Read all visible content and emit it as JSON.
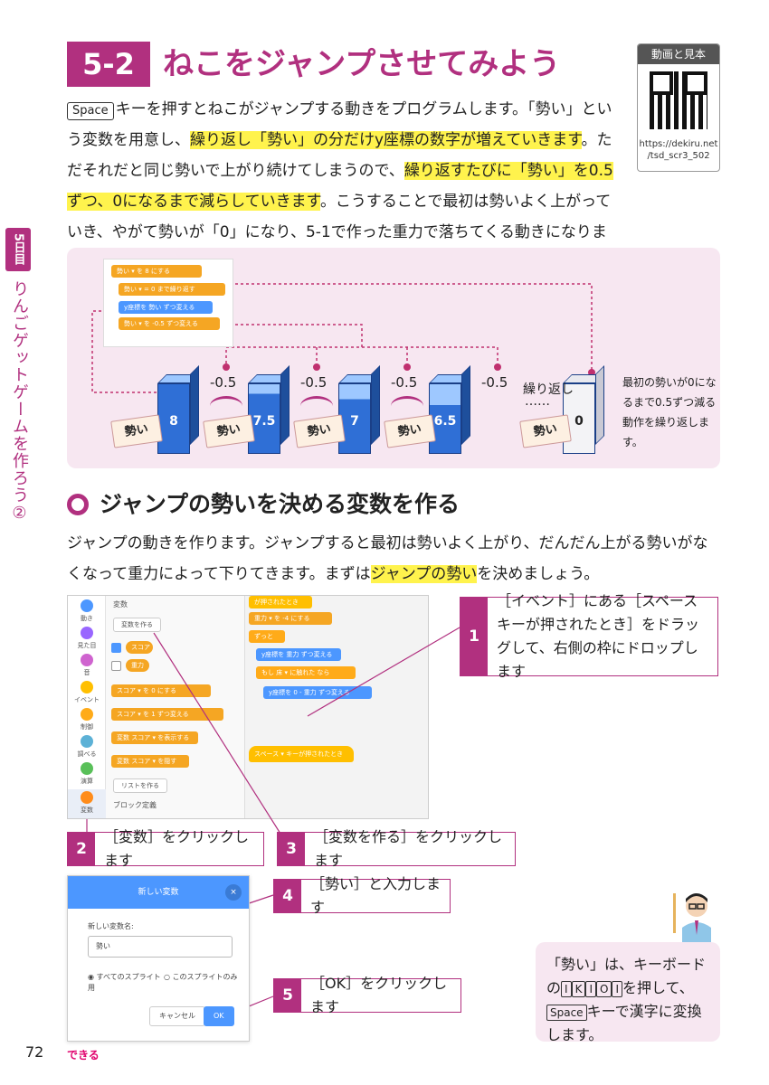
{
  "header": {
    "section_number": "5-2",
    "title": "ねこをジャンプさせてみよう"
  },
  "qr": {
    "heading": "動画と見本",
    "url_line1": "https://dekiru.net",
    "url_line2": "/tsd_scr3_502"
  },
  "side_tab": {
    "day": "5日目",
    "chapter": "りんごゲットゲームを作ろう②"
  },
  "intro": {
    "key": "Space",
    "p1": "キーを押すとねこがジャンプする動きをプログラムします。「勢い」という変数を用意し、",
    "hl1": "繰り返し「勢い」の分だけy座標の数字が増えていきます",
    "p2": "。ただそれだと同じ勢いで上がり続けてしまうので、",
    "hl2": "繰り返すたびに「勢い」を0.5ずつ、0になるまで減らしていきます",
    "p3": "。こうすることで最初は勢いよく上がっていき、やがて勢いが「0」になり、5-1で作った重力で落ちてくる動きになります。"
  },
  "diagram": {
    "code_blocks": {
      "b1": "勢い ▾ を 8 にする",
      "b2": "勢い ▾ = 0 まで繰り返す",
      "b3": "y座標を 勢い ずつ変える",
      "b4": "勢い ▾ を -0.5 ずつ変える"
    },
    "bars": [
      "8",
      "7.5",
      "7",
      "6.5",
      "0"
    ],
    "tag_label": "勢い",
    "decrement": "-0.5",
    "repeat_label": "繰り返し",
    "dots": "……",
    "note": "最初の勢いが0になるまで0.5ずつ減る動作を繰り返します。"
  },
  "subsection": {
    "title": "ジャンプの勢いを決める変数を作る",
    "body1": "ジャンプの動きを作ります。ジャンプすると最初は勢いよく上がり、だんだん上がる勢いがなくなって重力によって下りてきます。まずは",
    "body_hl": "ジャンプの勢い",
    "body2": "を決めましょう。"
  },
  "screenshot": {
    "categories": [
      "動き",
      "見た目",
      "音",
      "イベント",
      "制御",
      "調べる",
      "演算",
      "変数"
    ],
    "category_colors": [
      "#4c97ff",
      "#9966ff",
      "#cf63cf",
      "#ffbf00",
      "#ffab19",
      "#5cb1d6",
      "#59c059",
      "#ff8c1a"
    ],
    "palette_heading": "変数",
    "make_var": "変数を作る",
    "var_score": "スコア",
    "var_gravity": "重力",
    "blk_set": "スコア ▾ を 0 にする",
    "blk_change": "スコア ▾ を 1 ずつ変える",
    "blk_show": "変数 スコア ▾ を表示する",
    "blk_hide": "変数 スコア ▾ を隠す",
    "make_list": "リストを作る",
    "block_def": "ブロック定義",
    "s_flag": "が押されたとき",
    "s_gravity": "重力 ▾ を -4 にする",
    "s_forever": "ずっと",
    "s_ychange": "y座標を 重力 ずつ変える",
    "s_if": "もし 床 ▾ に触れた なら",
    "s_yset": "y座標を 0 - 重力 ずつ変える",
    "s_space": "スペース ▾ キーが押されたとき"
  },
  "steps": [
    {
      "num": "1",
      "text": "［イベント］にある［スペースキーが押されたとき］をドラッグして、右側の枠にドロップします"
    },
    {
      "num": "2",
      "text": "［変数］をクリックします"
    },
    {
      "num": "3",
      "text": "［変数を作る］をクリックします"
    },
    {
      "num": "4",
      "text": "［勢い］と入力します"
    },
    {
      "num": "5",
      "text": "［OK］をクリックします"
    }
  ],
  "dialog": {
    "title": "新しい変数",
    "close": "×",
    "label": "新しい変数名:",
    "value": "勢い",
    "radio_all": "◉ すべてのスプライト用",
    "radio_this": "○ このスプライトのみ",
    "cancel": "キャンセル",
    "ok": "OK"
  },
  "tip": {
    "t1": "「勢い」は、キーボードの",
    "keys": [
      "I",
      "K",
      "I",
      "O",
      "I"
    ],
    "t2": "を押して、",
    "key_space": "Space",
    "t3": "キーで漢字に変換します。"
  },
  "footer": {
    "page": "72",
    "brand": "できる"
  }
}
